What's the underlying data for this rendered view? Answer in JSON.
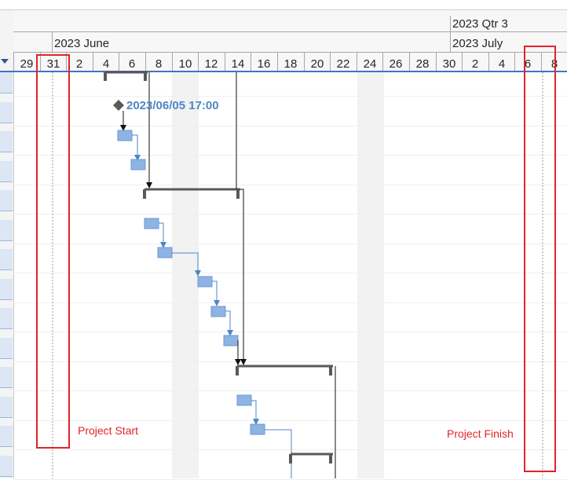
{
  "timescale": {
    "quarter_label": "2023 Qtr 3",
    "month_labels": [
      "2023 June",
      "2023 July"
    ],
    "day_ticks": [
      "29",
      "31",
      "2",
      "4",
      "6",
      "8",
      "10",
      "12",
      "14",
      "16",
      "18",
      "20",
      "22",
      "24",
      "26",
      "28",
      "30",
      "2",
      "4",
      "6",
      "8"
    ]
  },
  "milestone": {
    "date_label": "2023/06/05 17:00"
  },
  "callouts": {
    "project_start": "Project Start",
    "project_finish": "Project Finish"
  },
  "colors": {
    "task_bar": "#8db4e2",
    "task_border": "#6d99d0",
    "link_line": "#4f86c6",
    "summary_bar": "#595959",
    "callout": "#e0242a",
    "nonworking_shade": "#f2f2f2",
    "header_rule": "#4472c4"
  },
  "icons": {
    "filter": "filter-dropdown-icon",
    "milestone": "milestone-diamond-icon"
  }
}
